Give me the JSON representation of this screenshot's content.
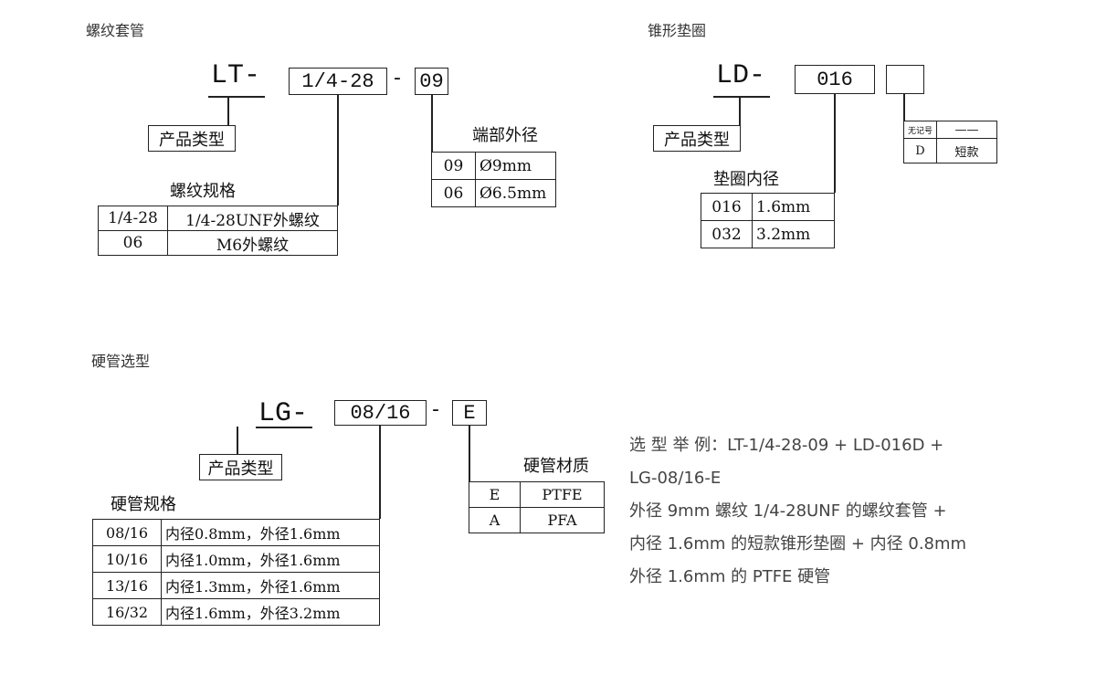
{
  "sections": {
    "lt": {
      "title": "螺纹套管",
      "prefix": "LT-",
      "spec_code": "1/4-28",
      "sep": "-",
      "end_code": "09",
      "product_type": "产品类型",
      "thread_title": "螺纹规格",
      "thread_rows": [
        [
          "1/4-28",
          "1/4-28UNF外螺纹"
        ],
        [
          "06",
          "M6外螺纹"
        ]
      ],
      "end_title": "端部外径",
      "end_rows": [
        [
          "09",
          "Ø9mm"
        ],
        [
          "06",
          "Ø6.5mm"
        ]
      ]
    },
    "ld": {
      "title": "锥形垫圈",
      "prefix": "LD-",
      "id_code": "016",
      "product_type": "产品类型",
      "inner_title": "垫圈内径",
      "inner_rows": [
        [
          "016",
          "1.6mm"
        ],
        [
          "032",
          "3.2mm"
        ]
      ],
      "style_rows": [
        [
          "无记号",
          "——"
        ],
        [
          "D",
          "短款"
        ]
      ]
    },
    "lg": {
      "title": "硬管选型",
      "prefix": "LG-",
      "spec_code": "08/16",
      "sep": "-",
      "mat_code": "E",
      "product_type": "产品类型",
      "spec_title": "硬管规格",
      "spec_rows": [
        [
          "08/16",
          "内径0.8mm，外径1.6mm"
        ],
        [
          "10/16",
          "内径1.0mm，外径1.6mm"
        ],
        [
          "13/16",
          "内径1.3mm，外径1.6mm"
        ],
        [
          "16/32",
          "内径1.6mm，外径3.2mm"
        ]
      ],
      "mat_title": "硬管材质",
      "mat_rows": [
        [
          "E",
          "PTFE"
        ],
        [
          "A",
          "PFA"
        ]
      ]
    }
  },
  "example": {
    "lines": [
      "选 型 举 例：LT-1/4-28-09 + LD-016D +",
      "LG-08/16-E",
      "外径 9mm 螺纹 1/4-28UNF 的螺纹套管 +",
      "内径 1.6mm 的短款锥形垫圈 + 内径 0.8mm",
      "外径 1.6mm 的 PTFE 硬管"
    ]
  }
}
